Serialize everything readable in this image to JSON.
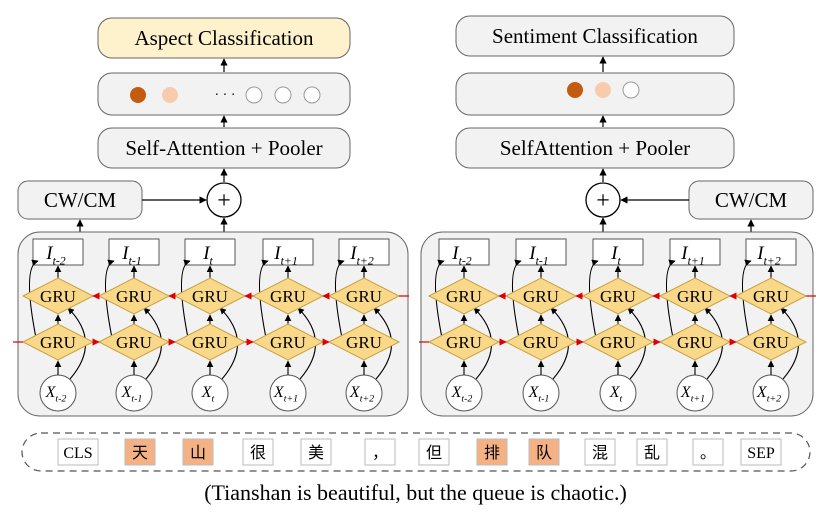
{
  "left": {
    "top_label": "Aspect Classification",
    "attention_label": "Self-Attention + Pooler",
    "cwcm_label": "CW/CM",
    "ellipsis": "· · ·"
  },
  "right": {
    "top_label": "Sentiment Classification",
    "attention_label": "SelfAttention + Pooler",
    "cwcm_label": "CW/CM"
  },
  "plus_symbol": "+",
  "gru_label": "GRU",
  "hidden_nodes": [
    {
      "base": "I",
      "sub": "t-2"
    },
    {
      "base": "I",
      "sub": "t-1"
    },
    {
      "base": "I",
      "sub": "t"
    },
    {
      "base": "I",
      "sub": "t+1"
    },
    {
      "base": "I",
      "sub": "t+2"
    }
  ],
  "input_nodes": [
    {
      "base": "X",
      "sub": "t-2"
    },
    {
      "base": "X",
      "sub": "t-1"
    },
    {
      "base": "X",
      "sub": "t"
    },
    {
      "base": "X",
      "sub": "t+1"
    },
    {
      "base": "X",
      "sub": "t+2"
    }
  ],
  "tokens": [
    {
      "text": "CLS",
      "highlight": false
    },
    {
      "text": "天",
      "highlight": true
    },
    {
      "text": "山",
      "highlight": true
    },
    {
      "text": "很",
      "highlight": false
    },
    {
      "text": "美",
      "highlight": false
    },
    {
      "text": "，",
      "highlight": false
    },
    {
      "text": "但",
      "highlight": false
    },
    {
      "text": "排",
      "highlight": true
    },
    {
      "text": "队",
      "highlight": true
    },
    {
      "text": "混",
      "highlight": false
    },
    {
      "text": "乱",
      "highlight": false
    },
    {
      "text": "。",
      "highlight": false
    },
    {
      "text": "SEP",
      "highlight": false
    }
  ],
  "caption": "(Tianshan is beautiful, but the queue is chaotic.)",
  "colors": {
    "aspect_box": "#fdf2cc",
    "gru_fill": "#f9d889",
    "gru_stroke": "#c8a040",
    "panel_fill": "#f2f2f2",
    "box_fill": "#f2f2f2",
    "token_highlight": "#f4b183",
    "dot_dark": "#c55a11",
    "dot_light": "#f8cbad",
    "forward_arrow": "#e00000"
  }
}
